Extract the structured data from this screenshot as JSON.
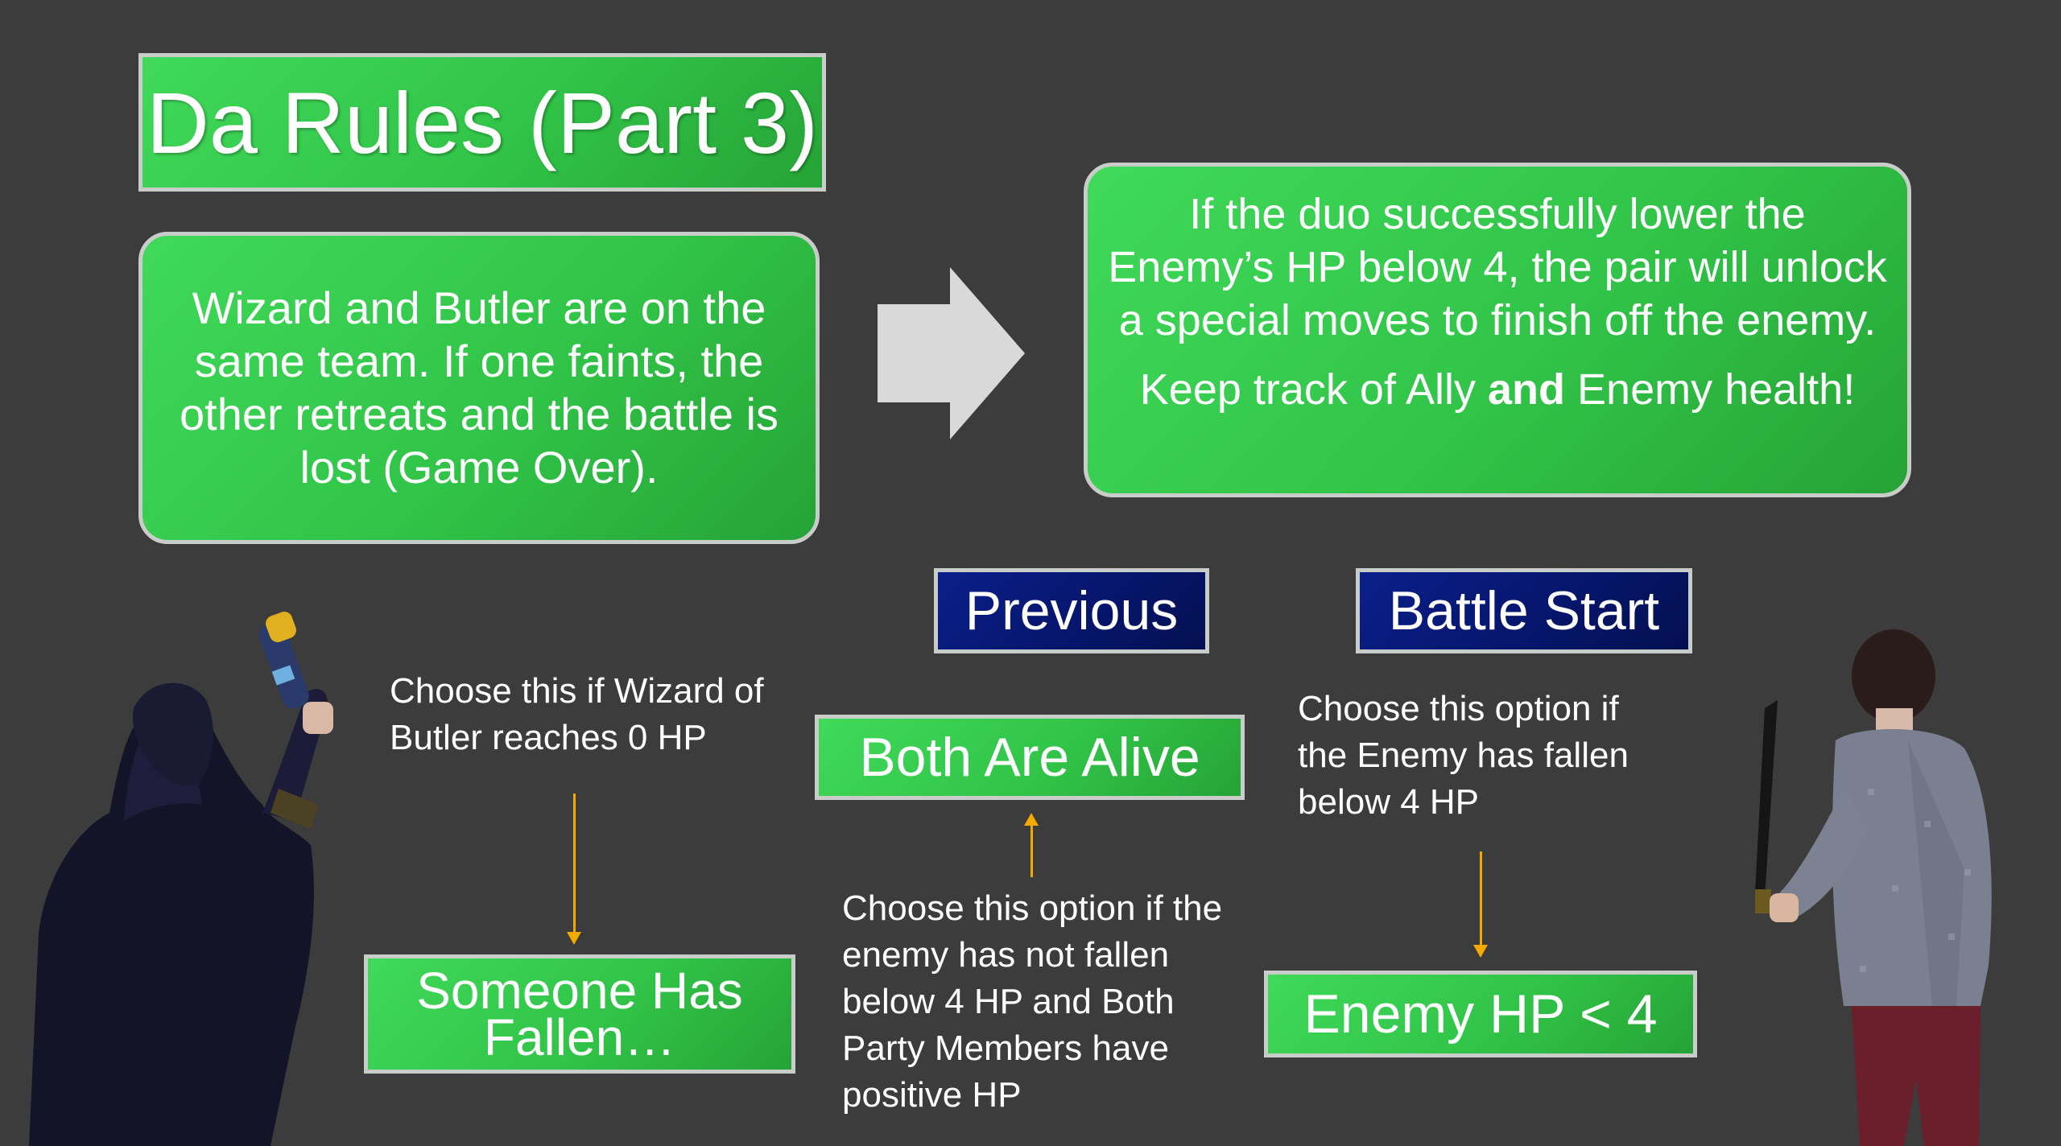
{
  "title": "Da Rules (Part 3)",
  "rule_left": "Wizard and Butler are on the same team. If one faints, the other retreats and the battle is lost (Game Over).",
  "rule_right": {
    "paragraph": "If the duo successfully lower the Enemy’s HP below 4, the pair will unlock a special moves to finish off the enemy.",
    "keep_pre": "Keep track of Ally ",
    "keep_bold": "and",
    "keep_post": " Enemy health!"
  },
  "buttons": {
    "previous": "Previous",
    "battle_start": "Battle Start",
    "both_alive": "Both Are Alive",
    "someone_fallen": "Someone Has Fallen…",
    "enemy_hp": "Enemy HP < 4"
  },
  "notes": {
    "fallen": "Choose this if Wizard of Butler reaches 0 HP",
    "alive": "Choose this option if the enemy has not fallen below 4 HP and Both Party Members have positive HP",
    "enemy": "Choose this option if the Enemy has fallen below 4 HP"
  },
  "colors": {
    "background": "#3c3c3c",
    "green": "#34c84b",
    "navy": "#06156a",
    "arrow": "#f2a900",
    "border": "#c9cdc9"
  },
  "images": [
    "wizard-character",
    "butler-character"
  ]
}
